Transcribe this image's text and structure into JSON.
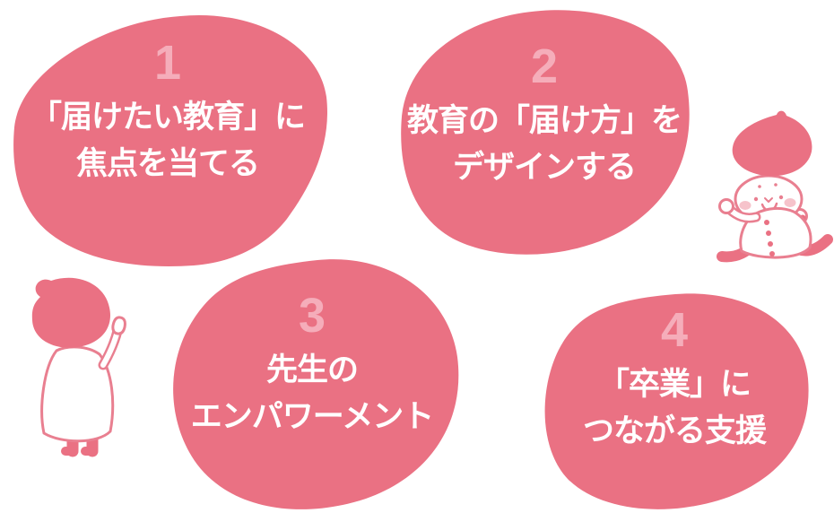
{
  "page": {
    "background_color": "#ffffff"
  },
  "colors": {
    "blob_pink": "#EA7183",
    "number_pink": "#F5ADBA",
    "text_white": "#FFFFFF",
    "mascot_outline_pink": "#E97F90",
    "cheek_pink": "#F6C3CB"
  },
  "pillars": [
    {
      "number": "1",
      "line1": "「届けたい教育」に",
      "line2": "焦点を当てる"
    },
    {
      "number": "2",
      "line1": "教育の「届け方」を",
      "line2": "デザインする"
    },
    {
      "number": "3",
      "line1": "先生の",
      "line2": "エンパワーメント"
    },
    {
      "number": "4",
      "line1": "「卒業」に",
      "line2": "つながる支援"
    }
  ],
  "icons": {
    "mascot_right": "running-child-mascot-icon",
    "mascot_left": "waving-child-mascot-icon"
  }
}
